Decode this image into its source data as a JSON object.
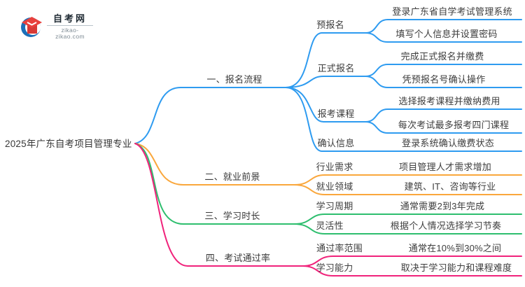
{
  "logo": {
    "site_name": "自考网",
    "site_url": "zikao-zikao.com"
  },
  "root": {
    "label": "2025年广东自考项目管理专业"
  },
  "colors": {
    "branch1": "#2e9bf0",
    "branch2": "#faa73c",
    "bran3_green": "#2ebe6e",
    "branch3": "#2ebe6e",
    "branch4": "#f0237b"
  },
  "branches": [
    {
      "label": "一、报名流程",
      "children": [
        {
          "label": "预报名",
          "children": [
            {
              "label": "登录广东省自学考试管理系统"
            },
            {
              "label": "填写个人信息并设置密码"
            }
          ]
        },
        {
          "label": "正式报名",
          "children": [
            {
              "label": "完成正式报名并缴费"
            },
            {
              "label": "凭预报名号确认操作"
            }
          ]
        },
        {
          "label": "报考课程",
          "children": [
            {
              "label": "选择报考课程并缴纳费用"
            },
            {
              "label": "每次考试最多报考四门课程"
            }
          ]
        },
        {
          "label": "确认信息",
          "children": [
            {
              "label": "登录系统确认缴费状态"
            }
          ]
        }
      ]
    },
    {
      "label": "二、就业前景",
      "children": [
        {
          "label": "行业需求",
          "children": [
            {
              "label": "项目管理人才需求增加"
            }
          ]
        },
        {
          "label": "就业领域",
          "children": [
            {
              "label": "建筑、IT、咨询等行业"
            }
          ]
        }
      ]
    },
    {
      "label": "三、学习时长",
      "children": [
        {
          "label": "学习周期",
          "children": [
            {
              "label": "通常需要2到3年完成"
            }
          ]
        },
        {
          "label": "灵活性",
          "children": [
            {
              "label": "根据个人情况选择学习节奏"
            }
          ]
        }
      ]
    },
    {
      "label": "四、考试通过率",
      "children": [
        {
          "label": "通过率范围",
          "children": [
            {
              "label": "通常在10%到30%之间"
            }
          ]
        },
        {
          "label": "学习能力",
          "children": [
            {
              "label": "取决于学习能力和课程难度"
            }
          ]
        }
      ]
    }
  ]
}
